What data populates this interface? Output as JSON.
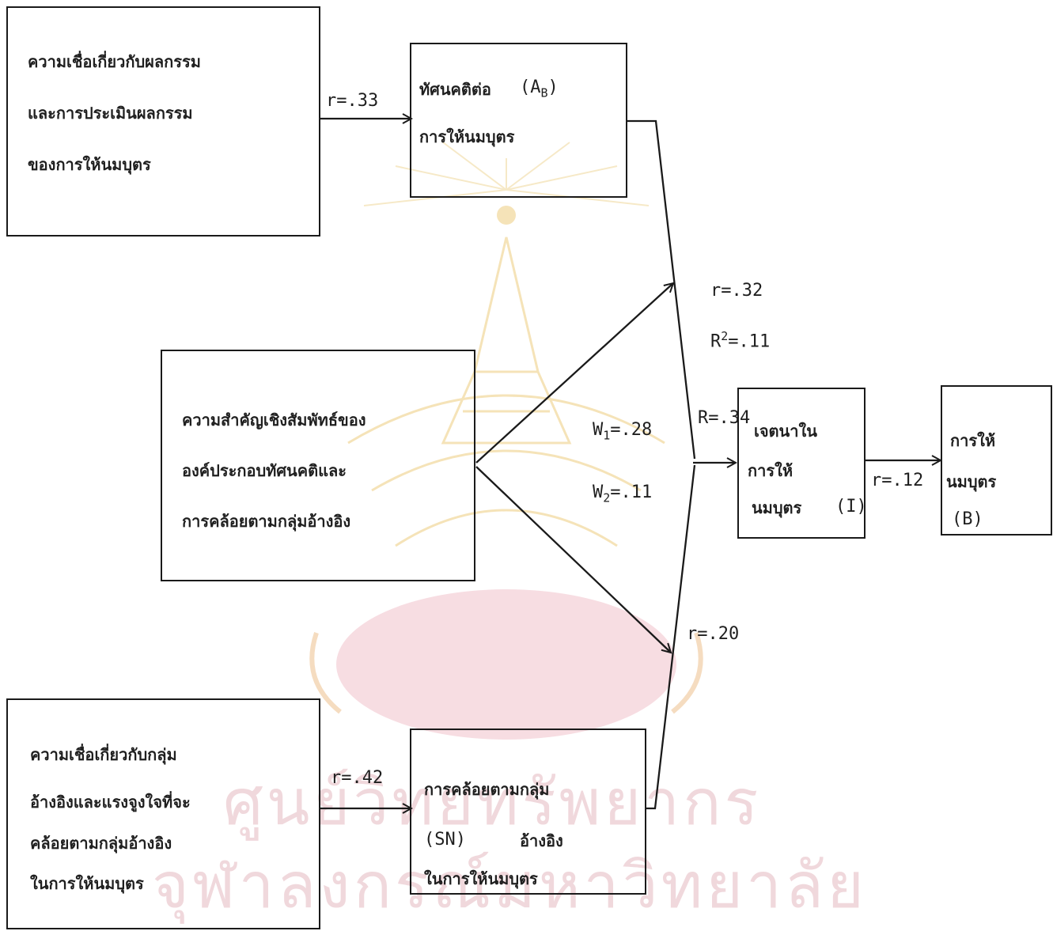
{
  "watermark": {
    "line1": "ศูนย์วิทยทรัพยากร",
    "line2": "จุฬาลงกรณ์มหาวิทยาลัย"
  },
  "boxes": {
    "belief_outcome": {
      "line1": "ความเชื่อเกี่ยวกับผลกรรม",
      "line2": "และการประเมินผลกรรม",
      "line3": "ของการให้นมบุตร"
    },
    "attitude": {
      "line1": "ทัศนคติต่อ",
      "code": "(A",
      "code_sub": "B",
      "code_close": ")",
      "line2": "การให้นมบุตร"
    },
    "relative_importance": {
      "line1": "ความสำคัญเชิงสัมพัทธ์ของ",
      "line2": "องค์ประกอบทัศนคติและ",
      "line3": "การคล้อยตามกลุ่มอ้างอิง"
    },
    "intention": {
      "line1": "เจตนาใน",
      "line2": "การให้",
      "line3": "นมบุตร",
      "code": "(I)"
    },
    "behavior": {
      "line1": "การให้",
      "line2": "นมบุตร",
      "code": "(B)"
    },
    "normative_belief": {
      "line1": "ความเชื่อเกี่ยวกับกลุ่ม",
      "line2": "อ้างอิงและแรงจูงใจที่จะ",
      "line3": "คล้อยตามกลุ่มอ้างอิง",
      "line4": "ในการให้นมบุตร"
    },
    "subjective_norm": {
      "line1": "การคล้อยตามกลุ่ม",
      "code": "(SN)",
      "line2": "อ้างอิง",
      "line3": "ในการให้นมบุตร"
    }
  },
  "labels": {
    "r_belief_attitude": "r=.33",
    "r_attitude_intention": "r=.32",
    "r2_base": "R",
    "r2_sup": "2",
    "r2_value": "=.11",
    "multiple_R": "R=.34",
    "w1_base": "W",
    "w1_sub": "1",
    "w1_value": "=.28",
    "w2_base": "W",
    "w2_sub": "2",
    "w2_value": "=.11",
    "r_sn_intention": "r=.20",
    "r_normbelief_sn": "r=.42",
    "r_intention_behavior": "r=.12"
  }
}
